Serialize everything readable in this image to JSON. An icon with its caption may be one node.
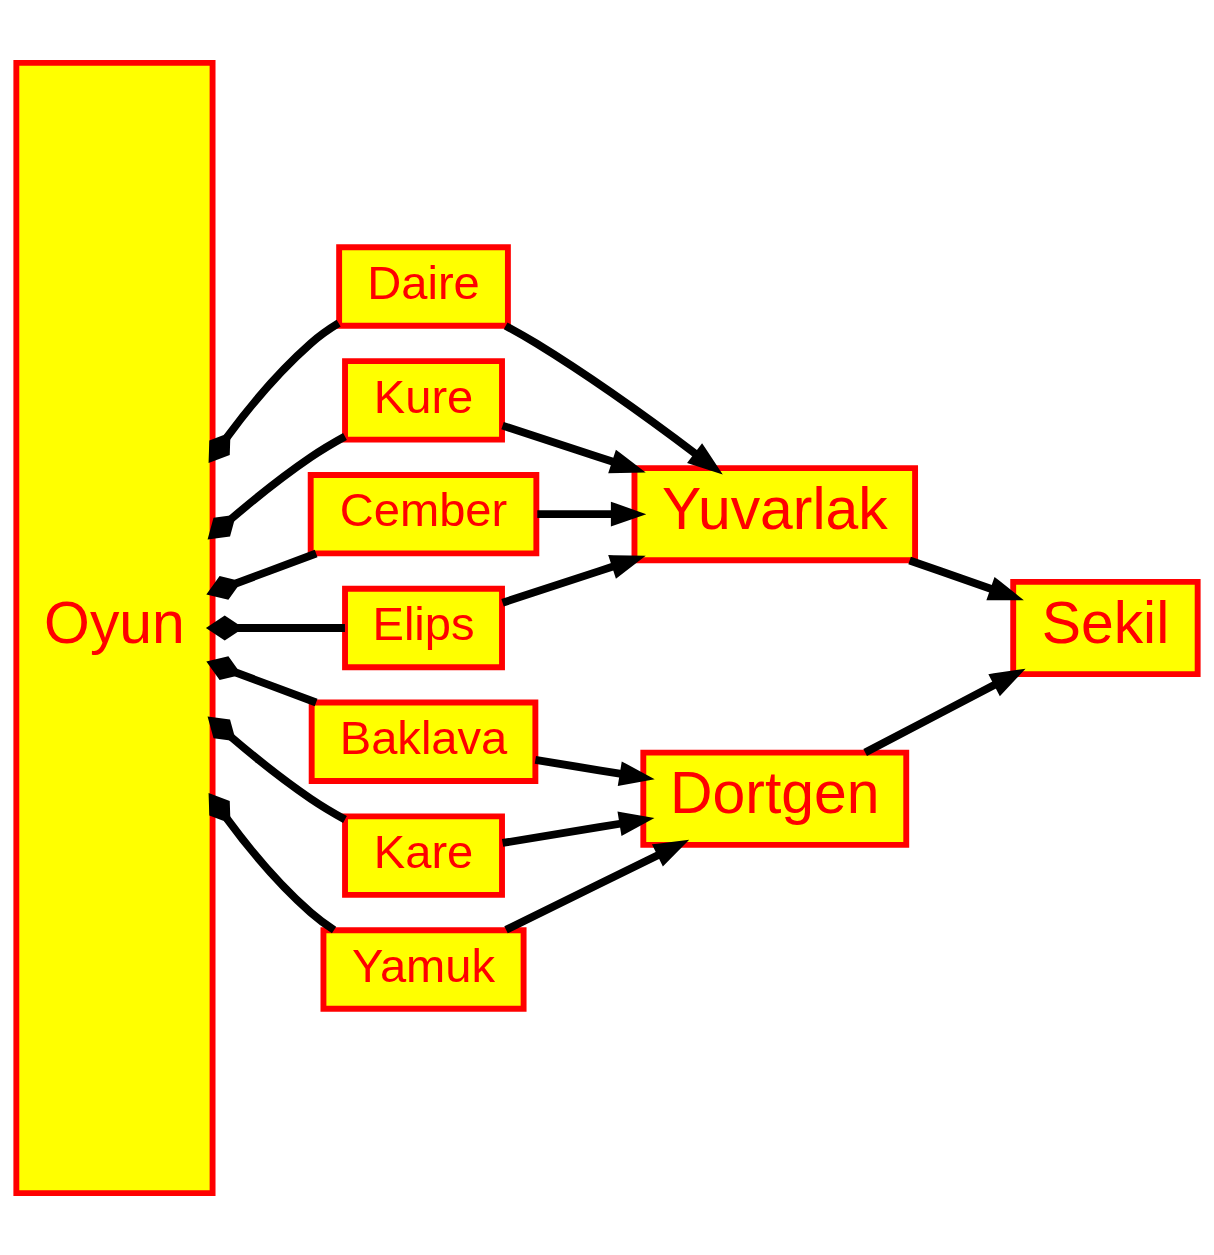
{
  "diagram": {
    "nodes": [
      {
        "text": [
          "Oyun"
        ]
      },
      {
        "text": [
          "Daire"
        ]
      },
      {
        "text": [
          "Kure"
        ]
      },
      {
        "text": [
          "Cember"
        ]
      },
      {
        "text": [
          "Elips"
        ]
      },
      {
        "text": [
          "Yuvarlak"
        ]
      },
      {
        "text": [
          "Sekil"
        ]
      },
      {
        "text": [
          "Dortgen"
        ]
      },
      {
        "text": [
          "Baklava"
        ]
      },
      {
        "text": [
          "Kare"
        ]
      },
      {
        "text": [
          "Yamuk"
        ]
      }
    ],
    "edges": [
      {
        "from": 4,
        "to": 0,
        "arrow": "other"
      },
      {
        "from": 3,
        "to": 0,
        "arrow": "other"
      },
      {
        "from": 2,
        "to": 0,
        "arrow": "other"
      },
      {
        "from": 1,
        "to": 0,
        "arrow": "other"
      },
      {
        "from": 1,
        "to": 5,
        "arrow": "to"
      },
      {
        "from": 2,
        "to": 5,
        "arrow": "to"
      },
      {
        "from": 3,
        "to": 5,
        "arrow": "to"
      },
      {
        "from": 4,
        "to": 5,
        "arrow": "to"
      },
      {
        "from": 5,
        "to": 6,
        "arrow": "to"
      },
      {
        "from": 7,
        "to": 6,
        "arrow": "to"
      },
      {
        "from": 8,
        "to": 7,
        "arrow": "to"
      },
      {
        "from": 9,
        "to": 7,
        "arrow": "to"
      },
      {
        "from": 10,
        "to": 7,
        "arrow": "to"
      },
      {
        "from": 8,
        "to": 0,
        "arrow": "other"
      },
      {
        "from": 9,
        "to": 0,
        "arrow": "other"
      },
      {
        "from": 10,
        "to": 0,
        "arrow": "other"
      }
    ]
  }
}
